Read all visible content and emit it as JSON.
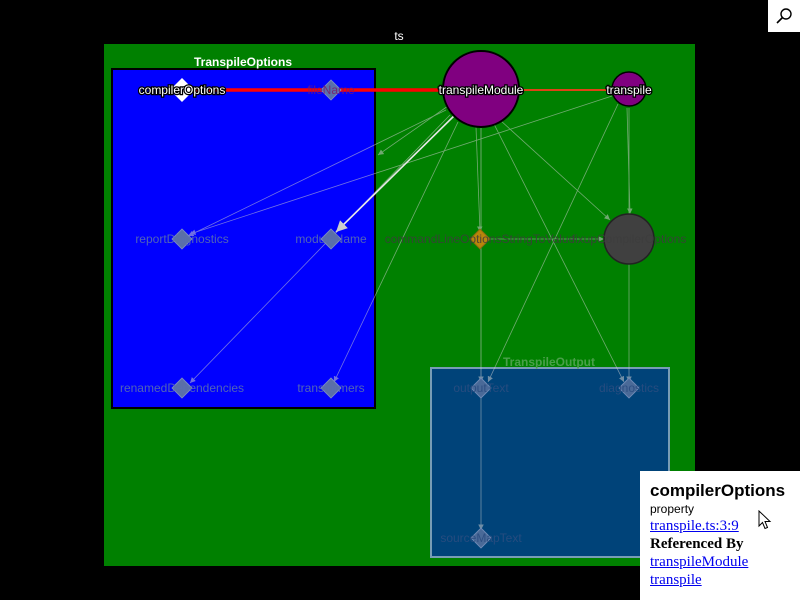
{
  "module_label": "ts",
  "clusters": [
    {
      "id": "transpile-options",
      "label": "TranspileOptions"
    },
    {
      "id": "transpile-output",
      "label": "TranspileOutput"
    }
  ],
  "nodes": [
    {
      "id": "compilerOptions",
      "label": "compilerOptions",
      "shape": "diamond",
      "state": "active"
    },
    {
      "id": "fileName",
      "label": "fileName",
      "shape": "diamond",
      "state": "dim"
    },
    {
      "id": "reportDiagnostics",
      "label": "reportDiagnostics",
      "shape": "diamond",
      "state": "dim"
    },
    {
      "id": "moduleName",
      "label": "moduleName",
      "shape": "diamond",
      "state": "dim"
    },
    {
      "id": "renamedDependencies",
      "label": "renamedDependencies",
      "shape": "diamond",
      "state": "dim"
    },
    {
      "id": "transformers",
      "label": "transformers",
      "shape": "diamond",
      "state": "dim"
    },
    {
      "id": "transpileModule",
      "label": "transpileModule",
      "shape": "circle",
      "state": "active"
    },
    {
      "id": "transpile",
      "label": "transpile",
      "shape": "circle",
      "state": "active"
    },
    {
      "id": "commandLineOptionsStringToValue",
      "label": "commandLineOptionsStringToValue",
      "shape": "diamond-gold",
      "state": "dim"
    },
    {
      "id": "fixupCompilerOptions",
      "label": "fixupCompilerOptions",
      "shape": "circle-gray",
      "state": "dim"
    },
    {
      "id": "outputText",
      "label": "outputText",
      "shape": "diamond",
      "state": "dim"
    },
    {
      "id": "diagnostics",
      "label": "diagnostics",
      "shape": "diamond",
      "state": "dim"
    },
    {
      "id": "sourceMapText",
      "label": "sourceMapText",
      "shape": "diamond",
      "state": "dim"
    }
  ],
  "colors": {
    "module_bg": "#008000",
    "cluster_options_bg": "#0000ff",
    "cluster_output_bg": "#004080",
    "function_node": "#800080",
    "gray_node": "#404040",
    "gold_node": "#b8860b",
    "highlight_edge": "#ff0000"
  },
  "tooltip": {
    "name": "compilerOptions",
    "kind": "property",
    "location": "transpile.ts:3:9",
    "referenced_by_heading": "Referenced By",
    "references": [
      "transpileModule",
      "transpile"
    ]
  },
  "icons": {
    "search": "search-icon",
    "cursor": "cursor-icon"
  }
}
